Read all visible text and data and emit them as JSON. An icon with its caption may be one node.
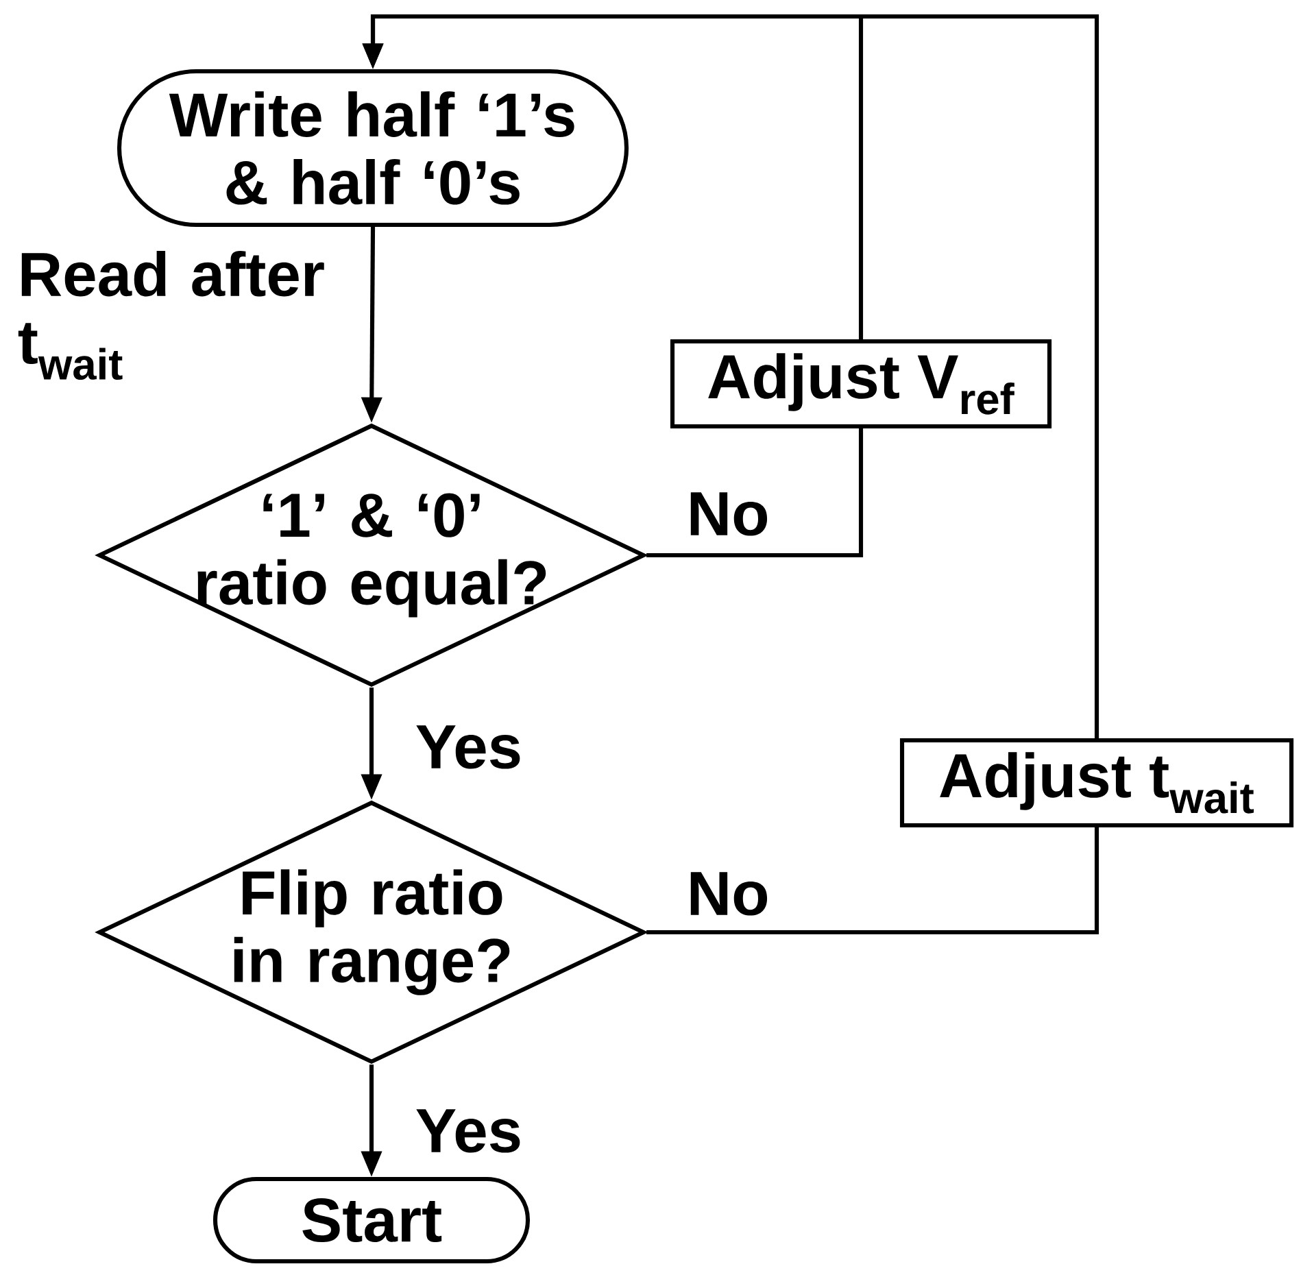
{
  "diagram": {
    "nodes": [
      {
        "text": [
          "Write half ‘1’s & half ‘0’s"
        ]
      },
      {
        "text": [
          "‘1’ & ‘0’ ratio equal?"
        ]
      },
      {
        "text": [
          "Flip ratio in range?"
        ]
      },
      {
        "text": [
          "Start"
        ]
      },
      {
        "text": [
          "Adjust V$_{ref}$"
        ]
      },
      {
        "text": [
          "Adjust t$_{wait}$"
        ]
      }
    ],
    "edges": [
      {
        "from": 0,
        "to": 1,
        "arrow": "to",
        "label": "Read after t$_{wait}$"
      },
      {
        "from": 1,
        "to": 2,
        "arrow": "to",
        "label": "Yes"
      },
      {
        "from": 2,
        "to": 3,
        "arrow": "to",
        "label": "Yes"
      },
      {
        "from": 1,
        "to": 4,
        "arrow": "none",
        "label": "No"
      },
      {
        "from": 4,
        "to": 0,
        "arrow": "to"
      },
      {
        "from": 2,
        "to": 5,
        "arrow": "none",
        "label": "No"
      },
      {
        "from": 5,
        "to": 0,
        "arrow": "to"
      }
    ]
  }
}
